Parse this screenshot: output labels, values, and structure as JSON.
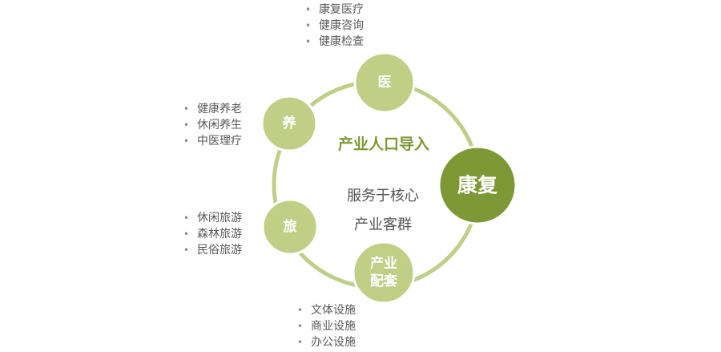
{
  "nodes": {
    "yi": {
      "label": "医"
    },
    "yang": {
      "label": "养"
    },
    "lv": {
      "label": "旅"
    },
    "peitao": {
      "label_line1": "产业",
      "label_line2": "配套"
    },
    "kangfu": {
      "label": "康复"
    }
  },
  "center": {
    "title": "产业人口导入",
    "subtitle_line1": "服务于核心",
    "subtitle_line2": "产业客群"
  },
  "lists": {
    "yi": [
      "康复医疗",
      "健康咨询",
      "健康检查"
    ],
    "yang": [
      "健康养老",
      "休闲养生",
      "中医理疗"
    ],
    "lv": [
      "休闲旅游",
      "森林旅游",
      "民俗旅游"
    ],
    "peitao": [
      "文体设施",
      "商业设施",
      "办公设施"
    ]
  },
  "colors": {
    "ring": "#bfcf87",
    "small_node": "#c0cf85",
    "main_node": "#7f9836",
    "title": "#7f9836"
  }
}
